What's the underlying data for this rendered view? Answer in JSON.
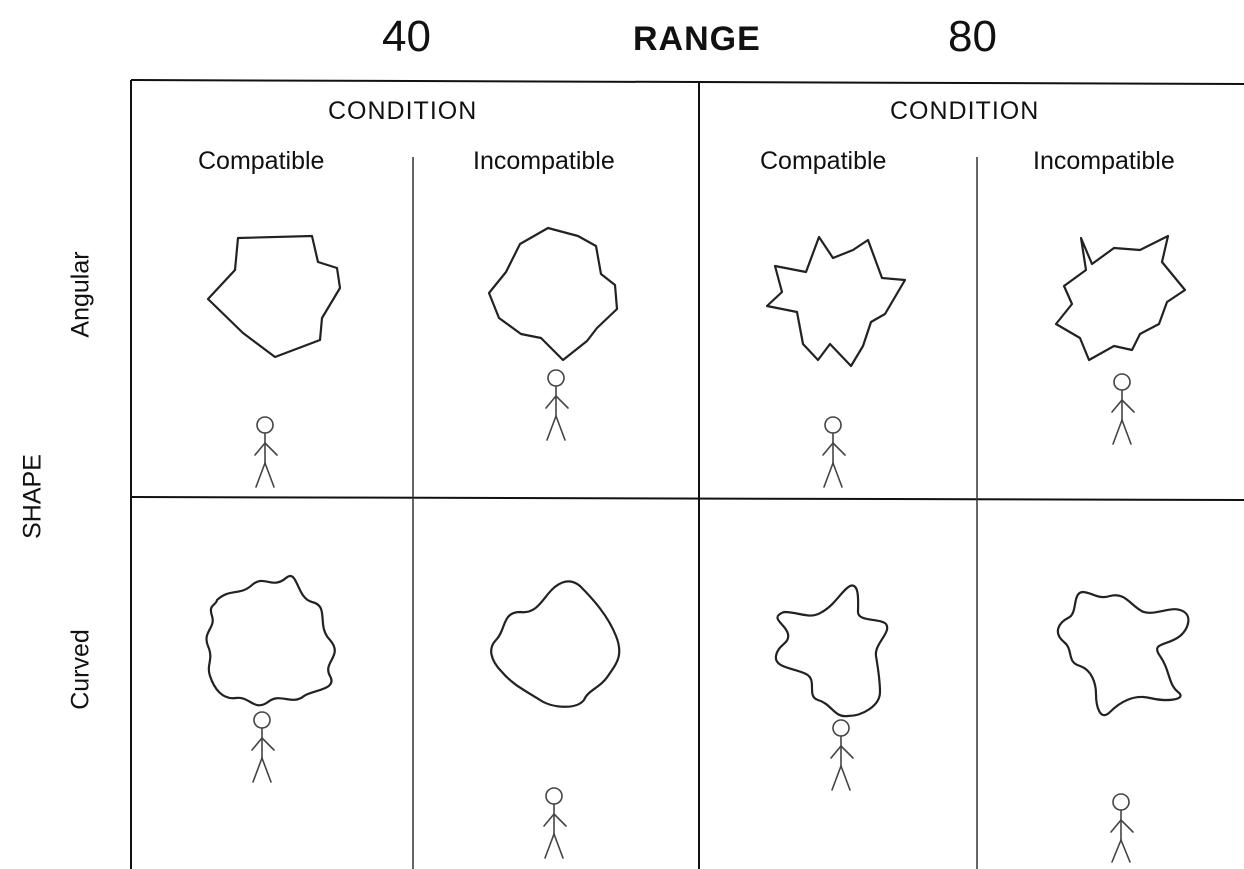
{
  "range": {
    "title": "RANGE",
    "left_value": "40",
    "right_value": "80"
  },
  "condition_label": "CONDITION",
  "columns": [
    {
      "label": "Compatible"
    },
    {
      "label": "Incompatible"
    },
    {
      "label": "Compatible"
    },
    {
      "label": "Incompatible"
    }
  ],
  "shape_axis_label": "SHAPE",
  "rows": [
    {
      "label": "Angular"
    },
    {
      "label": "Curved"
    }
  ]
}
